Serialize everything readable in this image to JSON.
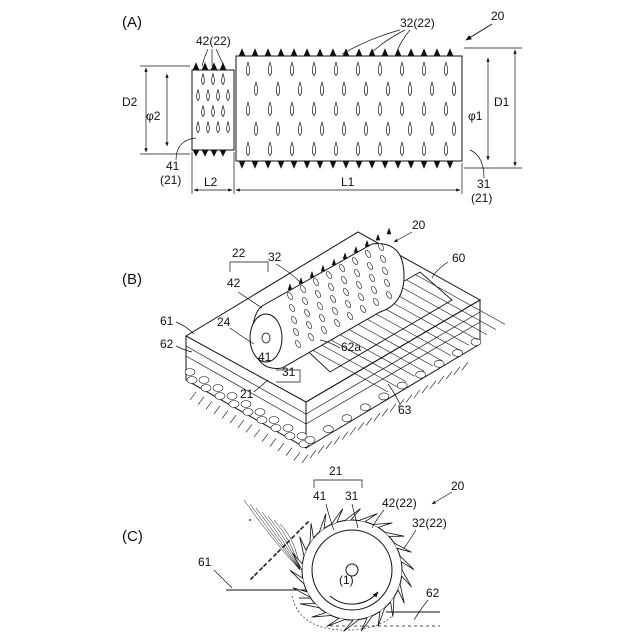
{
  "panels": {
    "a": "(A)",
    "b": "(B)",
    "c": "(C)"
  },
  "labels_a": {
    "ref_20": "20",
    "ref_32_22": "32(22)",
    "ref_42_22": "42(22)",
    "d2": "D2",
    "d1": "D1",
    "phi2": "φ2",
    "phi1": "φ1",
    "ref_41": "41",
    "ref_21_left": "(21)",
    "l2": "L2",
    "l1": "L1",
    "ref_31": "31",
    "ref_21_right": "(21)"
  },
  "labels_b": {
    "ref_20": "20",
    "ref_22": "22",
    "ref_32": "32",
    "ref_60": "60",
    "ref_42": "42",
    "ref_24": "24",
    "ref_61": "61",
    "ref_62": "62",
    "ref_41": "41",
    "ref_62a": "62a",
    "ref_31": "31",
    "ref_21": "21",
    "ref_63": "63"
  },
  "labels_c": {
    "ref_21": "21",
    "ref_41": "41",
    "ref_31": "31",
    "ref_20": "20",
    "ref_42_22": "42(22)",
    "ref_32_22": "32(22)",
    "ref_61": "61",
    "ref_1": "(1)",
    "ref_62": "62"
  }
}
